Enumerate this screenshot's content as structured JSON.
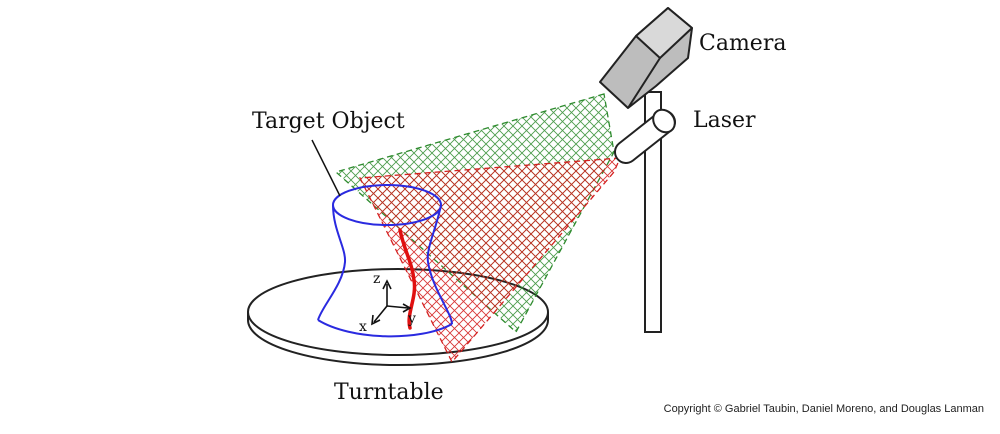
{
  "labels": {
    "camera": "Camera",
    "laser": "Laser",
    "target_object": "Target Object",
    "turntable": "Turntable"
  },
  "axes": {
    "x": "x",
    "y": "y",
    "z": "z"
  },
  "copyright": "Copyright © Gabriel Taubin, Daniel Moreno, and Douglas Lanman",
  "colors": {
    "camera_frustum": "#2e8b2e",
    "laser_plane": "#d42020",
    "object_outline": "#2a2ae0",
    "laser_stripe": "#e01010",
    "device_fill": "#bfbfbf",
    "outline": "#222222"
  },
  "icons": {
    "camera": "camera-box-icon",
    "laser": "laser-cylinder-icon"
  }
}
